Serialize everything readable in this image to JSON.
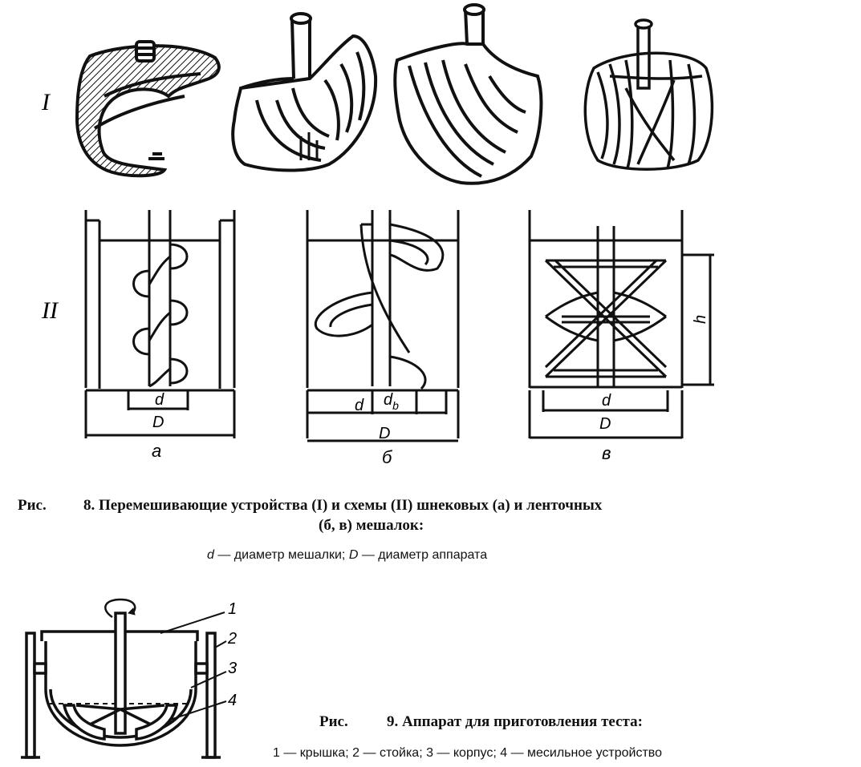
{
  "fig8": {
    "row_labels": [
      "I",
      "II"
    ],
    "dims": {
      "a_d": "d",
      "a_D": "D",
      "b_d": "d",
      "b_db": "d",
      "b_db_sub": "b",
      "b_D": "D",
      "c_d": "d",
      "c_D": "D",
      "c_h": "h"
    },
    "sublabels": [
      "а",
      "б",
      "в"
    ],
    "caption": {
      "prefix": "Рис.",
      "line1": "8. Перемешивающие устройства (I) и схемы (II) шнековых (а) и ленточных",
      "line2": "(б, в) мешалок:"
    },
    "legend": {
      "d_sym": "d",
      "d_text": " — диаметр мешалки; ",
      "D_sym": "D",
      "D_text": " — диаметр аппарата"
    }
  },
  "fig9": {
    "callouts": [
      "1",
      "2",
      "3",
      "4"
    ],
    "caption": {
      "prefix": "Рис.",
      "text": "9. Аппарат для приготовления теста:"
    },
    "legend": "1 — крышка; 2 — стойка; 3 — корпус; 4 — месильное устройство"
  }
}
